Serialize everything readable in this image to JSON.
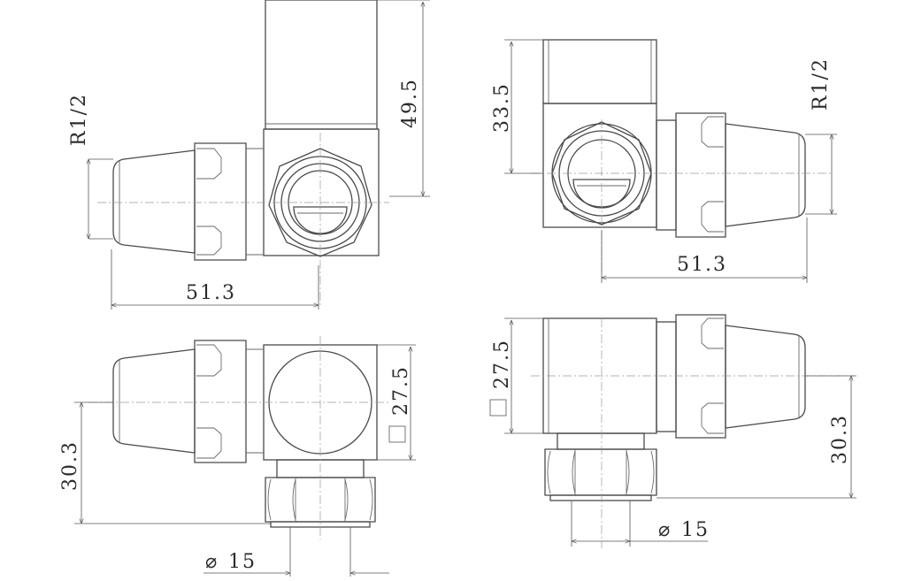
{
  "views": {
    "top_left": {
      "thread": "R1/2",
      "height": "49.5",
      "length": "51.3"
    },
    "top_right": {
      "thread": "R1/2",
      "height": "33.5",
      "length": "51.3"
    },
    "bottom_left": {
      "offset": "30.3",
      "cap": "27.5",
      "pipe_diameter": "15"
    },
    "bottom_right": {
      "cap": "27.5",
      "offset": "30.3",
      "pipe_diameter": "15"
    }
  },
  "symbols": {
    "diameter": "⌀",
    "square": "□"
  },
  "colors": {
    "line": "#4a4a4a",
    "text": "#2b2b2b",
    "background": "#ffffff"
  }
}
